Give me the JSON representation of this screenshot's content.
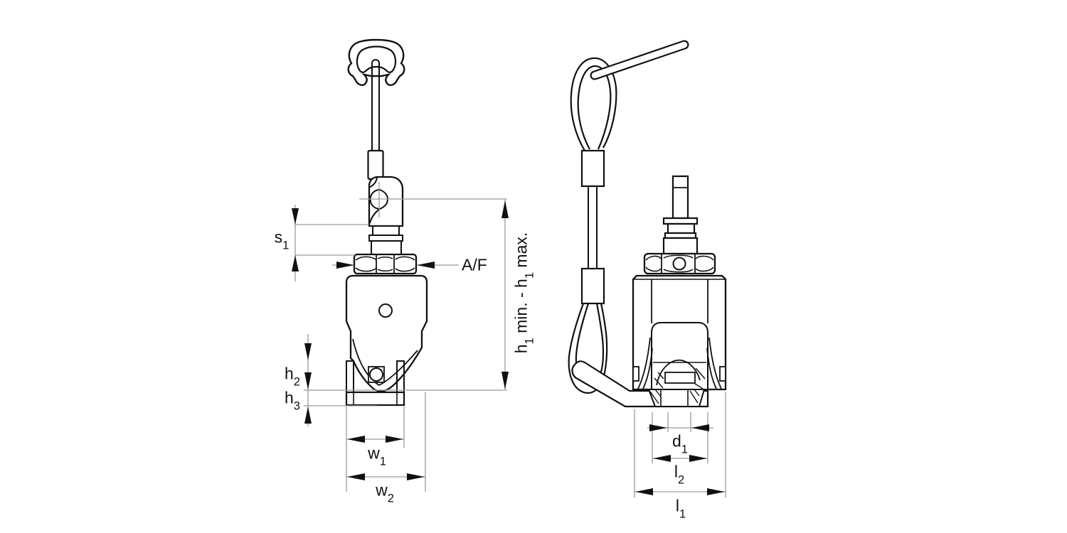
{
  "drawing": {
    "ink_color": "#111111",
    "dim_line_color": "#9a9a9a",
    "background": "#ffffff"
  },
  "labels": {
    "s1": {
      "main": "s",
      "sub": "1"
    },
    "af": {
      "main": "A/F"
    },
    "h2": {
      "main": "h",
      "sub": "2"
    },
    "h3": {
      "main": "h",
      "sub": "3"
    },
    "w1": {
      "main": "w",
      "sub": "1"
    },
    "w2": {
      "main": "w",
      "sub": "2"
    },
    "h1_range": {
      "p1": "h",
      "s1": "1",
      "p2": " min. - h",
      "s2": "1",
      "p3": " max."
    },
    "d1": {
      "main": "d",
      "sub": "1"
    },
    "l2": {
      "main": "l",
      "sub": "2"
    },
    "l1": {
      "main": "l",
      "sub": "1"
    }
  }
}
